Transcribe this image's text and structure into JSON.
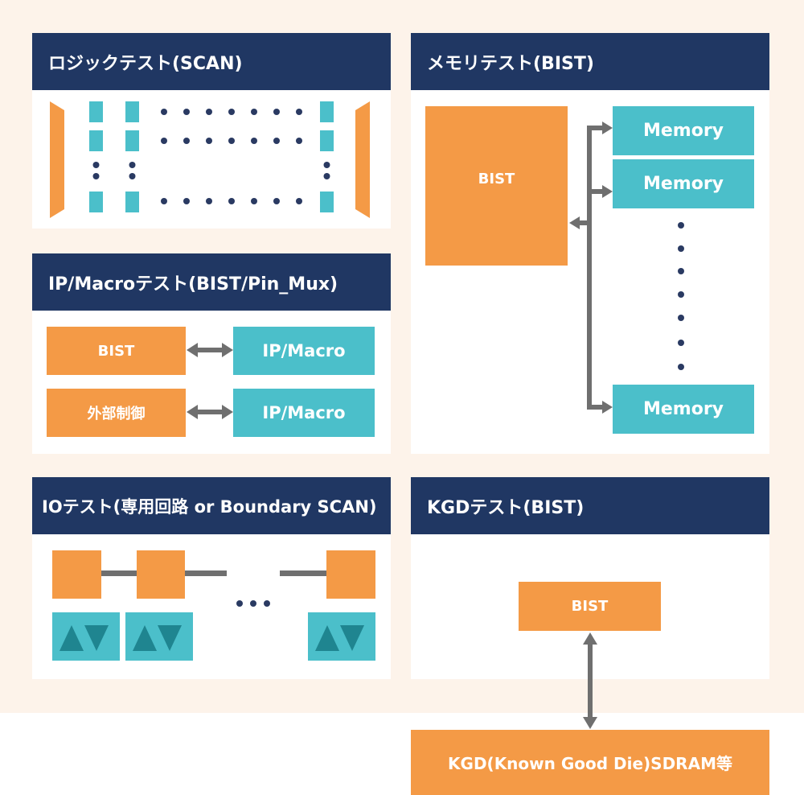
{
  "panels": {
    "scan": {
      "title": "ロジックテスト(SCAN)"
    },
    "ip": {
      "title": "IP/Macroテスト(BIST/Pin_Mux)",
      "bist": "BIST",
      "external": "外部制御",
      "macro1": "IP/Macro",
      "macro2": "IP/Macro"
    },
    "memory": {
      "title": "メモリテスト(BIST)",
      "bist": "BIST",
      "mem1": "Memory",
      "mem2": "Memory",
      "mem3": "Memory"
    },
    "io": {
      "title": "IOテスト(専用回路 or Boundary SCAN)"
    },
    "kgd": {
      "title": "KGDテスト(BIST)",
      "bist": "BIST"
    }
  },
  "external_device": "KGD(Known Good Die)SDRAM等",
  "colors": {
    "navy": "#203763",
    "orange": "#f49a46",
    "teal": "#4bbfca",
    "gray": "#6f6f6f",
    "background": "#fdf3ea"
  }
}
